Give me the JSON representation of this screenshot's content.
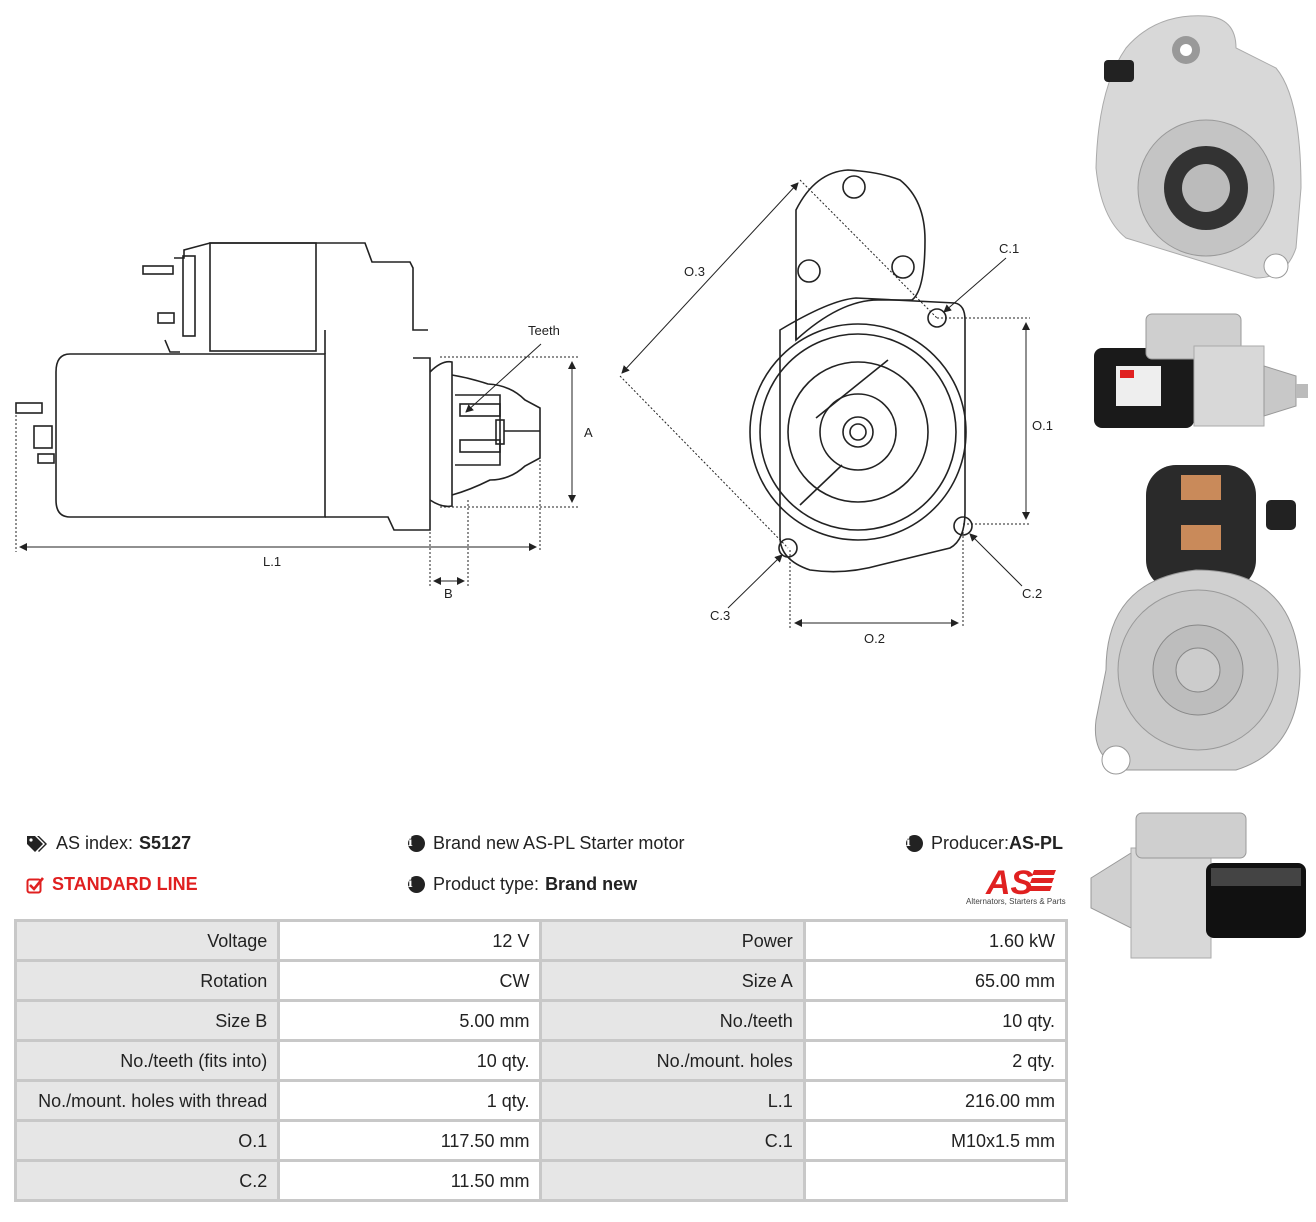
{
  "drawing": {
    "labels": {
      "teeth": "Teeth",
      "a": "A",
      "b": "B",
      "l1": "L.1",
      "o1": "O.1",
      "o2": "O.2",
      "o3": "O.3",
      "c1": "C.1",
      "c2": "C.2",
      "c3": "C.3"
    }
  },
  "product": {
    "as_index_label": "AS index:",
    "as_index_value": "S5127",
    "line": "STANDARD LINE",
    "description": "Brand new AS-PL Starter motor",
    "product_type_label": "Product type:",
    "product_type_value": "Brand new",
    "producer_label": "Producer:",
    "producer_value": "AS-PL",
    "logo_text": "AS",
    "logo_tagline": "Alternators, Starters & Parts",
    "accent_color": "#e02020"
  },
  "specs": [
    [
      {
        "label": "Voltage",
        "value": "12 V"
      },
      {
        "label": "Power",
        "value": "1.60 kW"
      }
    ],
    [
      {
        "label": "Rotation",
        "value": "CW"
      },
      {
        "label": "Size A",
        "value": "65.00 mm"
      }
    ],
    [
      {
        "label": "Size B",
        "value": "5.00 mm"
      },
      {
        "label": "No./teeth",
        "value": "10 qty."
      }
    ],
    [
      {
        "label": "No./teeth (fits into)",
        "value": "10 qty."
      },
      {
        "label": "No./mount. holes",
        "value": "2 qty."
      }
    ],
    [
      {
        "label": "No./mount. holes with thread",
        "value": "1 qty."
      },
      {
        "label": "L.1",
        "value": "216.00 mm"
      }
    ],
    [
      {
        "label": "O.1",
        "value": "117.50 mm"
      },
      {
        "label": "C.1",
        "value": "M10x1.5 mm"
      }
    ],
    [
      {
        "label": "C.2",
        "value": "11.50 mm"
      },
      {
        "label": "",
        "value": ""
      }
    ]
  ]
}
